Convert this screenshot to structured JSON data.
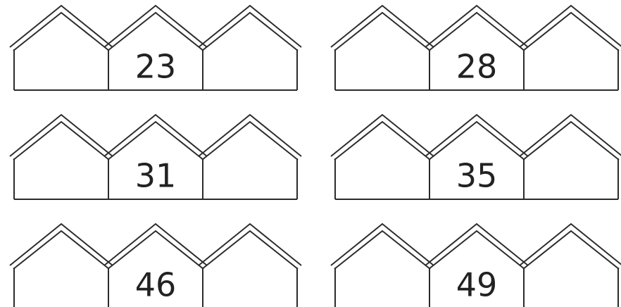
{
  "worksheet": {
    "rows": [
      {
        "groups": [
          {
            "middle_number": "23"
          },
          {
            "middle_number": "28"
          }
        ]
      },
      {
        "groups": [
          {
            "middle_number": "31"
          },
          {
            "middle_number": "35"
          }
        ]
      },
      {
        "groups": [
          {
            "middle_number": "46"
          },
          {
            "middle_number": "49"
          }
        ]
      }
    ]
  },
  "colors": {
    "line": "#2b2b2b",
    "background": "#ffffff",
    "text": "#222222"
  },
  "icons": {
    "house": "house-icon"
  }
}
